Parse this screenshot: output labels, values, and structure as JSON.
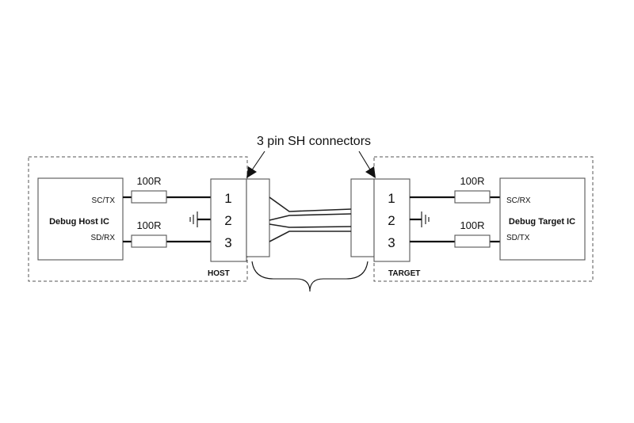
{
  "callout": "3 pin SH connectors",
  "host": {
    "ic_label": "Debug Host IC",
    "pin_tx": "SC/TX",
    "pin_rx": "SD/RX",
    "resistor_top": "100R",
    "resistor_bottom": "100R",
    "connector_pins": [
      "1",
      "2",
      "3"
    ],
    "section_label": "HOST"
  },
  "target": {
    "ic_label": "Debug Target IC",
    "pin_rx": "SC/RX",
    "pin_tx": "SD/TX",
    "resistor_top": "100R",
    "resistor_bottom": "100R",
    "connector_pins": [
      "1",
      "2",
      "3"
    ],
    "section_label": "TARGET"
  }
}
